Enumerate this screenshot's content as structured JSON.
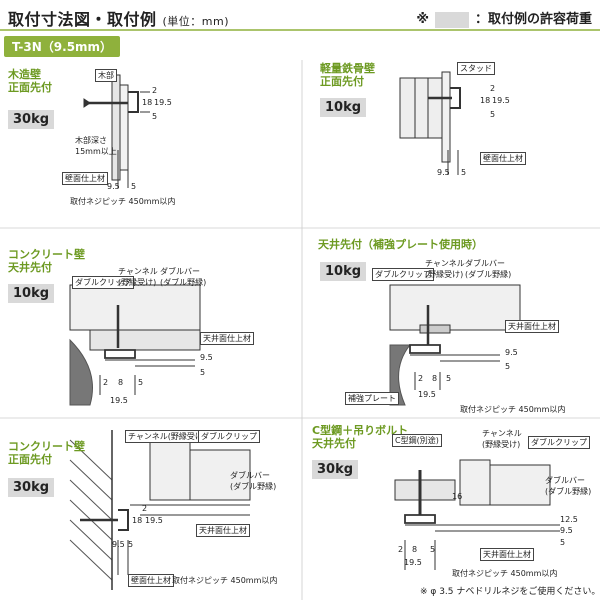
{
  "header": {
    "title": "取付寸法図・取付例",
    "unit": "(単位：mm)",
    "note_prefix": "※",
    "note_text": "：取付例の許容荷重"
  },
  "model_badge": "T-3N（9.5mm）",
  "colors": {
    "accent_green": "#8fb13c",
    "heading_green": "#6d9a22",
    "weight_gray": "#d9d9d9"
  },
  "panels": {
    "wood": {
      "title_1": "木造壁",
      "title_2": "正面先付",
      "weight": "30kg",
      "labels": {
        "base": "木部",
        "depth": "木部深さ\n15mm以上",
        "finish": "壁面仕上材",
        "pitch": "取付ネジピッチ 450mm以内"
      },
      "dims": [
        "2",
        "18",
        "19.5",
        "5",
        "9.5",
        "5"
      ]
    },
    "steel": {
      "title_1": "軽量鉄骨壁",
      "title_2": "正面先付",
      "weight": "10kg",
      "labels": {
        "stud": "スタッド",
        "finish": "壁面仕上材"
      },
      "dims": [
        "2",
        "18",
        "19.5",
        "5",
        "9.5",
        "5"
      ]
    },
    "conc_ceiling": {
      "title_1": "コンクリート壁",
      "title_2": "天井先付",
      "weight": "10kg",
      "labels": {
        "clip": "ダブルクリップ",
        "channel": "チャンネル\n(野縁受け)",
        "bar": "ダブルバー\n(ダブル野縁)",
        "finish": "天井面仕上材"
      },
      "dims": [
        "9.5",
        "5",
        "2",
        "8",
        "19.5",
        "5"
      ]
    },
    "plate_ceiling": {
      "title": "天井先付（補強プレート使用時）",
      "weight": "10kg",
      "labels": {
        "clip": "ダブルクリップ",
        "channel": "チャンネル\n(野縁受け)",
        "bar": "ダブルバー\n(ダブル野縁)",
        "finish": "天井面仕上材",
        "plate": "補強プレート",
        "pitch": "取付ネジピッチ 450mm以内"
      },
      "dims": [
        "9.5",
        "5",
        "2",
        "8",
        "19.5",
        "5"
      ]
    },
    "conc_wall": {
      "title_1": "コンクリート壁",
      "title_2": "正面先付",
      "weight": "30kg",
      "labels": {
        "channel": "チャンネル(野縁受け)",
        "clip": "ダブルクリップ",
        "bar": "ダブルバー\n(ダブル野縁)",
        "ceiling": "天井面仕上材",
        "finish": "壁面仕上材",
        "pitch": "取付ネジピッチ 450mm以内"
      },
      "dims": [
        "2",
        "18",
        "19.5",
        "9.5",
        "5"
      ]
    },
    "c_steel": {
      "title_1": "C型鋼＋吊りボルト",
      "title_2": "天井先付",
      "weight": "30kg",
      "labels": {
        "c_steel": "C型鋼(別途)",
        "channel": "チャンネル\n(野縁受け)",
        "clip": "ダブルクリップ",
        "bar": "ダブルバー\n(ダブル野縁)",
        "finish": "天井面仕上材",
        "pitch": "取付ネジピッチ 450mm以内"
      },
      "dims": [
        "16",
        "12.5",
        "9.5",
        "5",
        "2",
        "8",
        "19.5",
        "5"
      ],
      "footnote": "※ φ 3.5 ナベドリルネジをご使用ください。"
    }
  }
}
